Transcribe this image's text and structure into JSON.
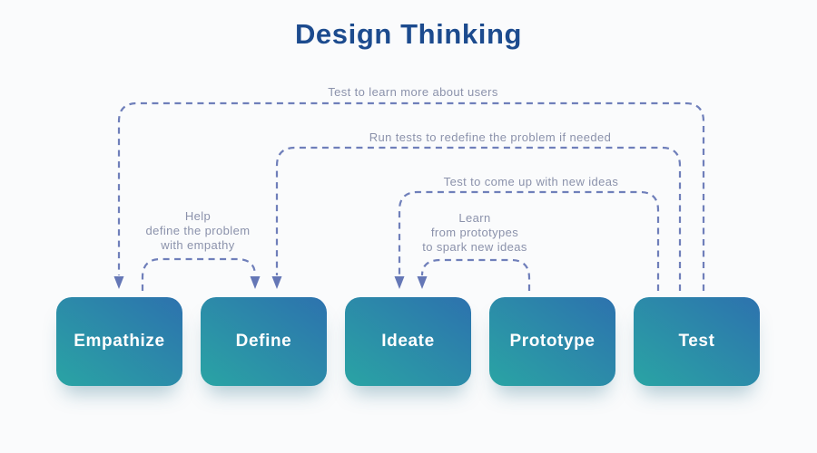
{
  "title": "Design Thinking",
  "colors": {
    "background": "#fafbfc",
    "title_text": "#1c4b8e",
    "connector_line": "#6f7fba",
    "connector_label": "#8b92ab",
    "stage_gradient_start": "#2aa4a4",
    "stage_gradient_end": "#2d72ae",
    "stage_text": "#ffffff"
  },
  "stages": [
    {
      "label": "Empathize"
    },
    {
      "label": "Define"
    },
    {
      "label": "Ideate"
    },
    {
      "label": "Prototype"
    },
    {
      "label": "Test"
    }
  ],
  "connectors": [
    {
      "from": "Test",
      "to": "Empathize",
      "label": "Test to learn more about users"
    },
    {
      "from": "Test",
      "to": "Define",
      "label": "Run tests to redefine the problem if needed"
    },
    {
      "from": "Test",
      "to": "Ideate",
      "label": "Test to come up with new ideas"
    },
    {
      "from": "Empathize",
      "to": "Define",
      "label": "Help\ndefine the problem\nwith empathy"
    },
    {
      "from": "Prototype",
      "to": "Ideate",
      "label": "Learn\nfrom prototypes\nto spark new ideas"
    }
  ]
}
